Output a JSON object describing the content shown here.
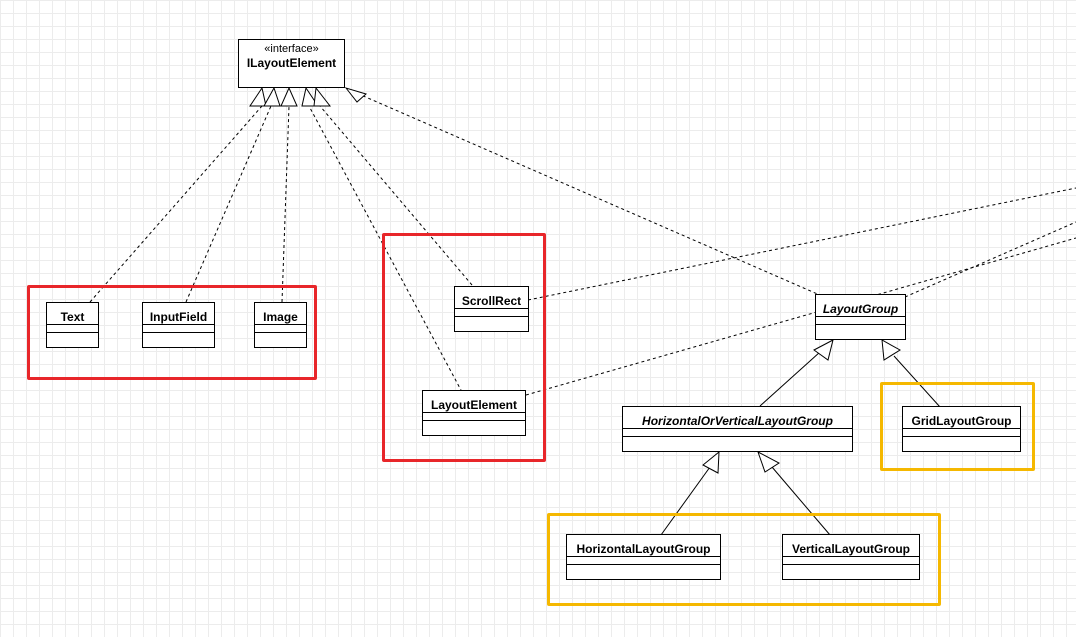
{
  "diagram": {
    "interface": {
      "stereotype": "«interface»",
      "name": "ILayoutElement"
    },
    "classes": {
      "text": "Text",
      "input_field": "InputField",
      "image": "Image",
      "scroll_rect": "ScrollRect",
      "layout_element": "LayoutElement",
      "layout_group": "LayoutGroup",
      "horizontal_or_vertical_layout_group": "HorizontalOrVerticalLayoutGroup",
      "grid_layout_group": "GridLayoutGroup",
      "horizontal_layout_group": "HorizontalLayoutGroup",
      "vertical_layout_group": "VerticalLayoutGroup"
    },
    "colors": {
      "red_highlight": "#e8262a",
      "orange_highlight": "#f5b800",
      "line": "#000000",
      "grid": "#ececec"
    }
  }
}
